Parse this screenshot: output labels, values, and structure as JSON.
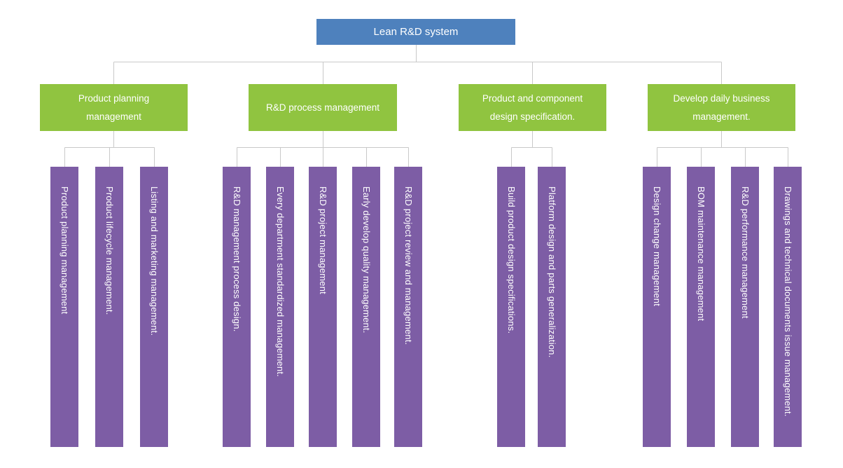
{
  "chart": {
    "title": "Lean R&D system",
    "root": {
      "label": "Lean R&D system"
    },
    "groups": [
      {
        "label": "Product planning management",
        "children": [
          "Product planning management",
          "Product lifecycle management.",
          "Listing and marketing management."
        ]
      },
      {
        "label": "R&D process management",
        "children": [
          "R&D management process design.",
          "Every department standardized management.",
          "R&D project management",
          "Early develop quality management.",
          "R&D project review and management."
        ]
      },
      {
        "label": "Product and component design specification.",
        "children": [
          "Build product design specifications.",
          "Platform design and parts generalization."
        ]
      },
      {
        "label": "Develop daily business management.",
        "children": [
          "Design change management",
          "BOM maintenance management",
          "R&D performance management",
          "Drawings and technical documents issue management."
        ]
      }
    ],
    "colors": {
      "root_box": "#4e81bd",
      "group_box": "#90c440",
      "child_box": "#7d5da5",
      "connector_line": "#c9c9c9",
      "text": "#ffffff",
      "background": "#ffffff"
    }
  }
}
